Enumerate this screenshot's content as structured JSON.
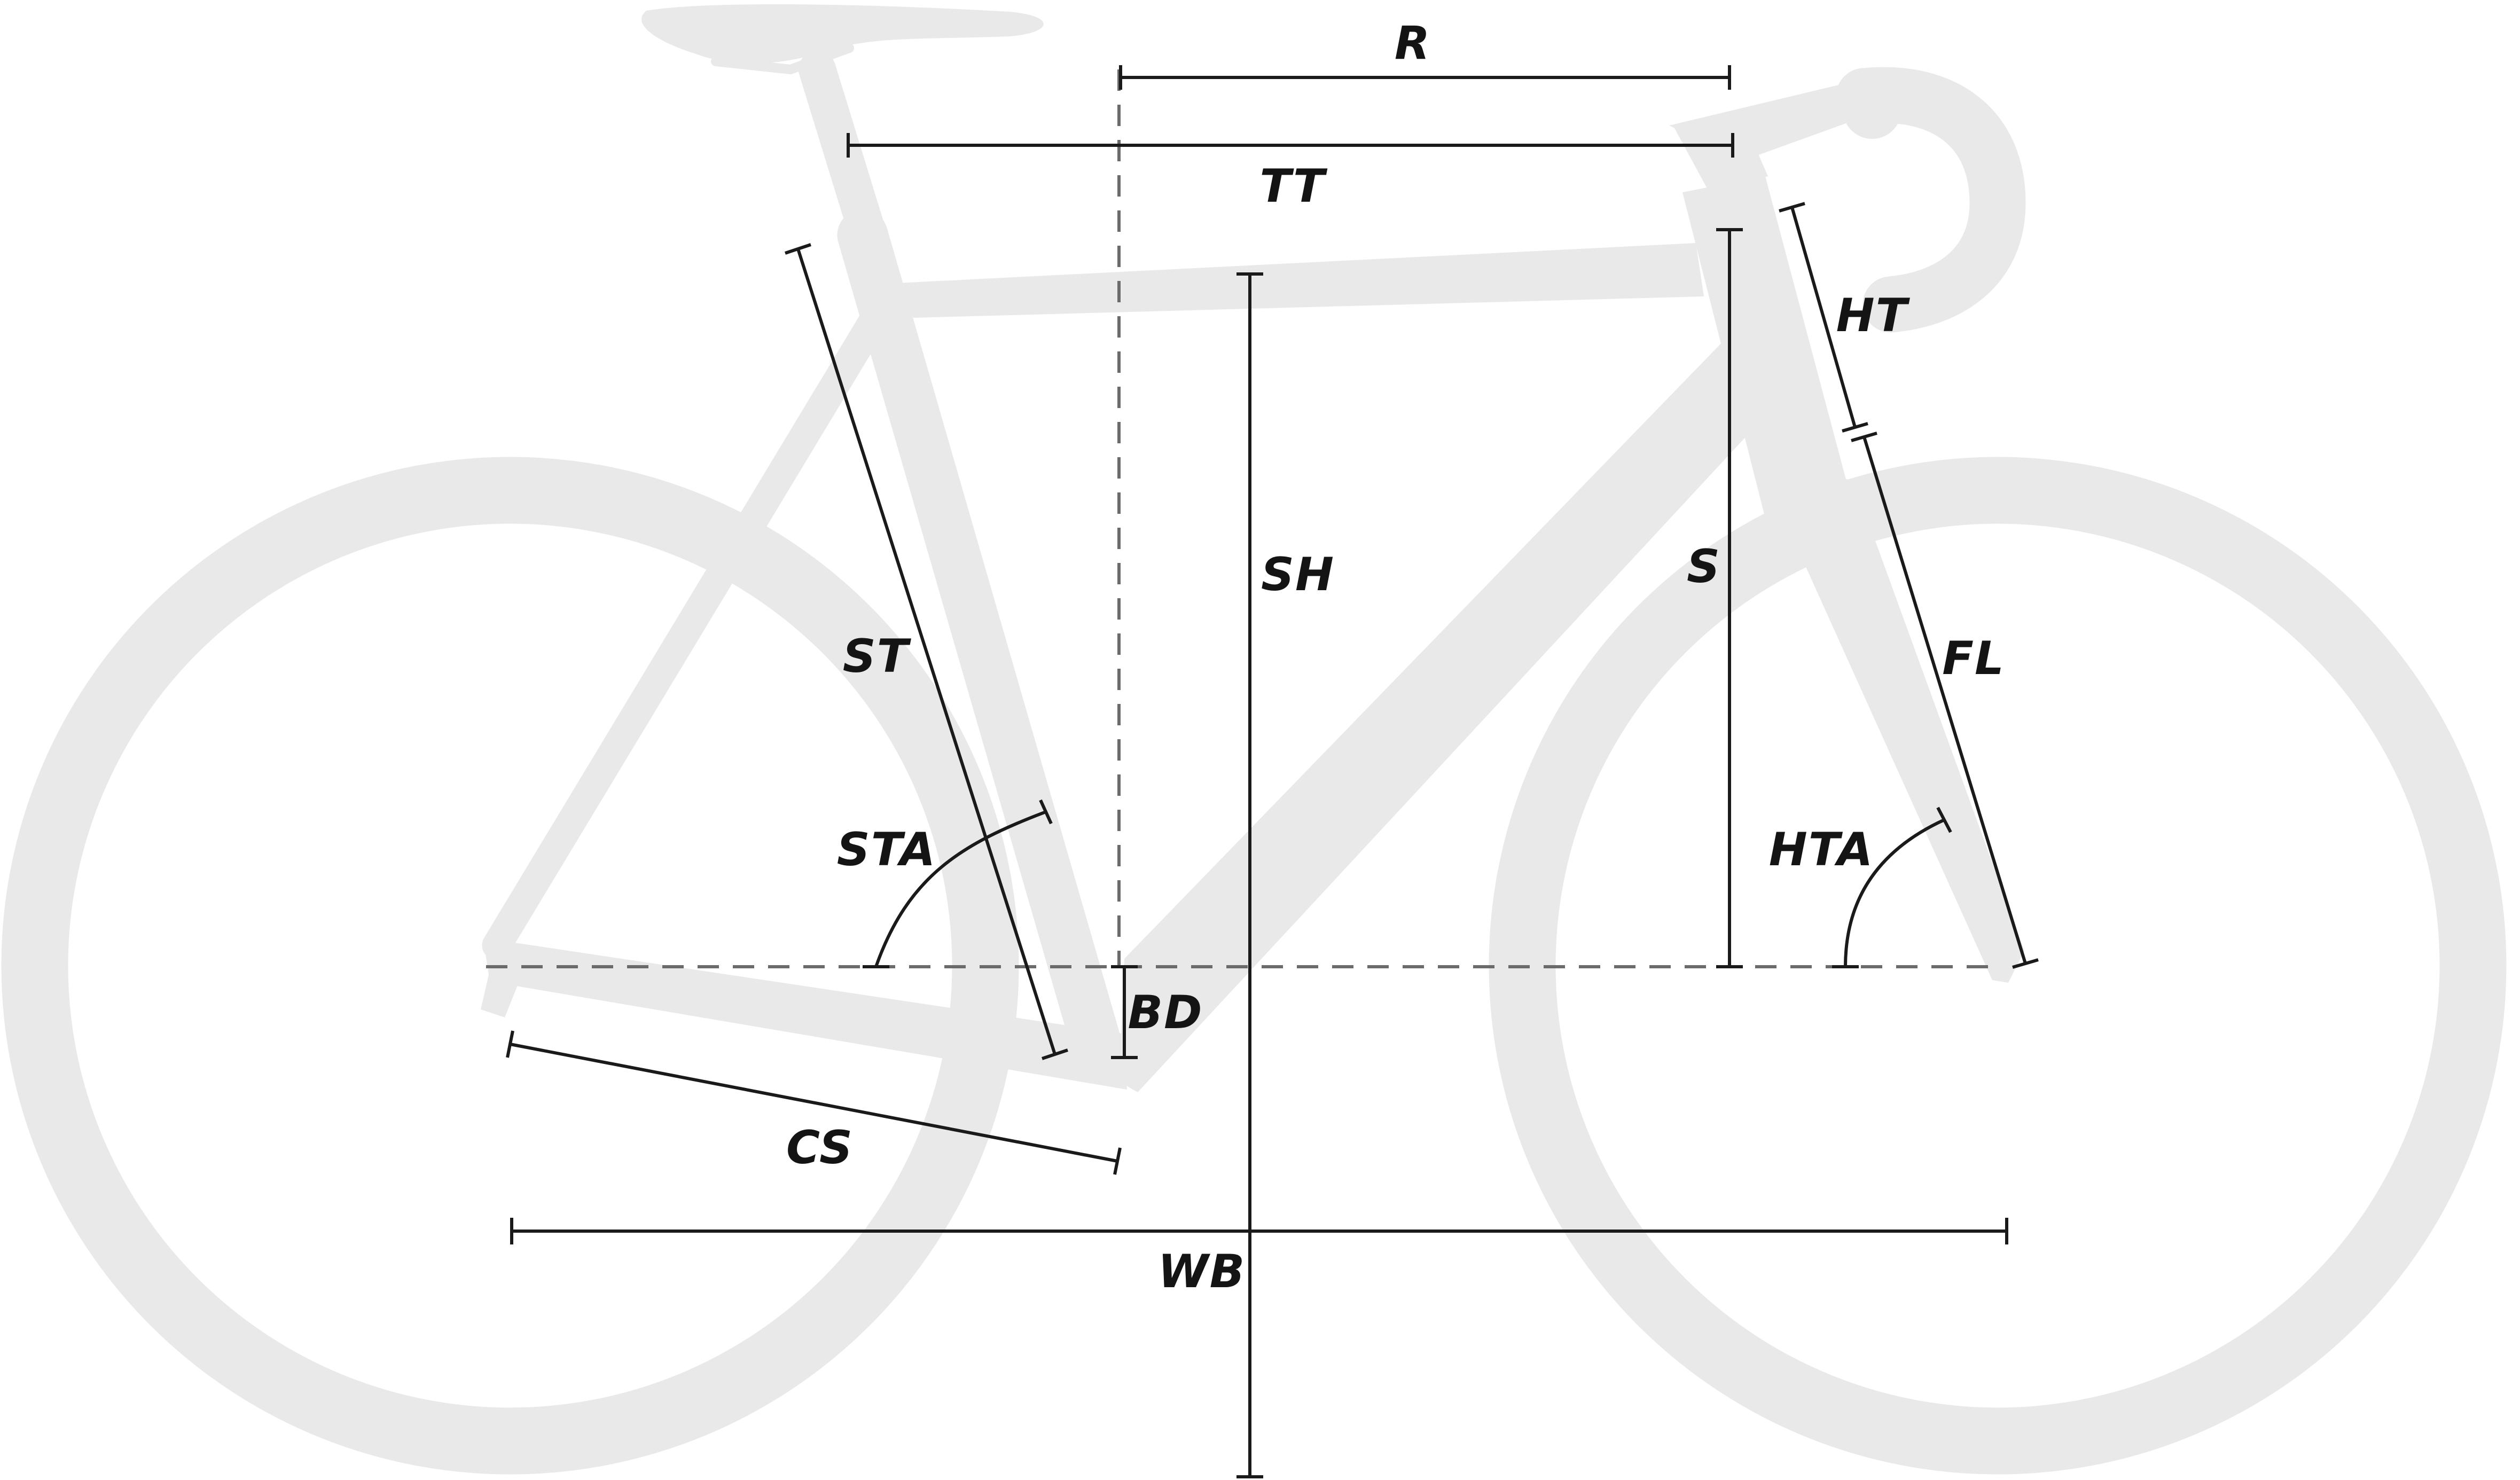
{
  "labels": {
    "reach": "R",
    "top_tube": "TT",
    "head_tube": "HT",
    "seat_tube": "ST",
    "stack_height": "SH",
    "stack": "S",
    "fork_length": "FL",
    "seat_tube_angle": "STA",
    "head_tube_angle": "HTA",
    "bb_drop": "BD",
    "chainstay": "CS",
    "wheelbase": "WB"
  },
  "colors": {
    "silhouette": "#e9e9e9",
    "dimension_line": "#1a1a1a",
    "reference_line": "#6b6b6b",
    "background": "#ffffff"
  }
}
